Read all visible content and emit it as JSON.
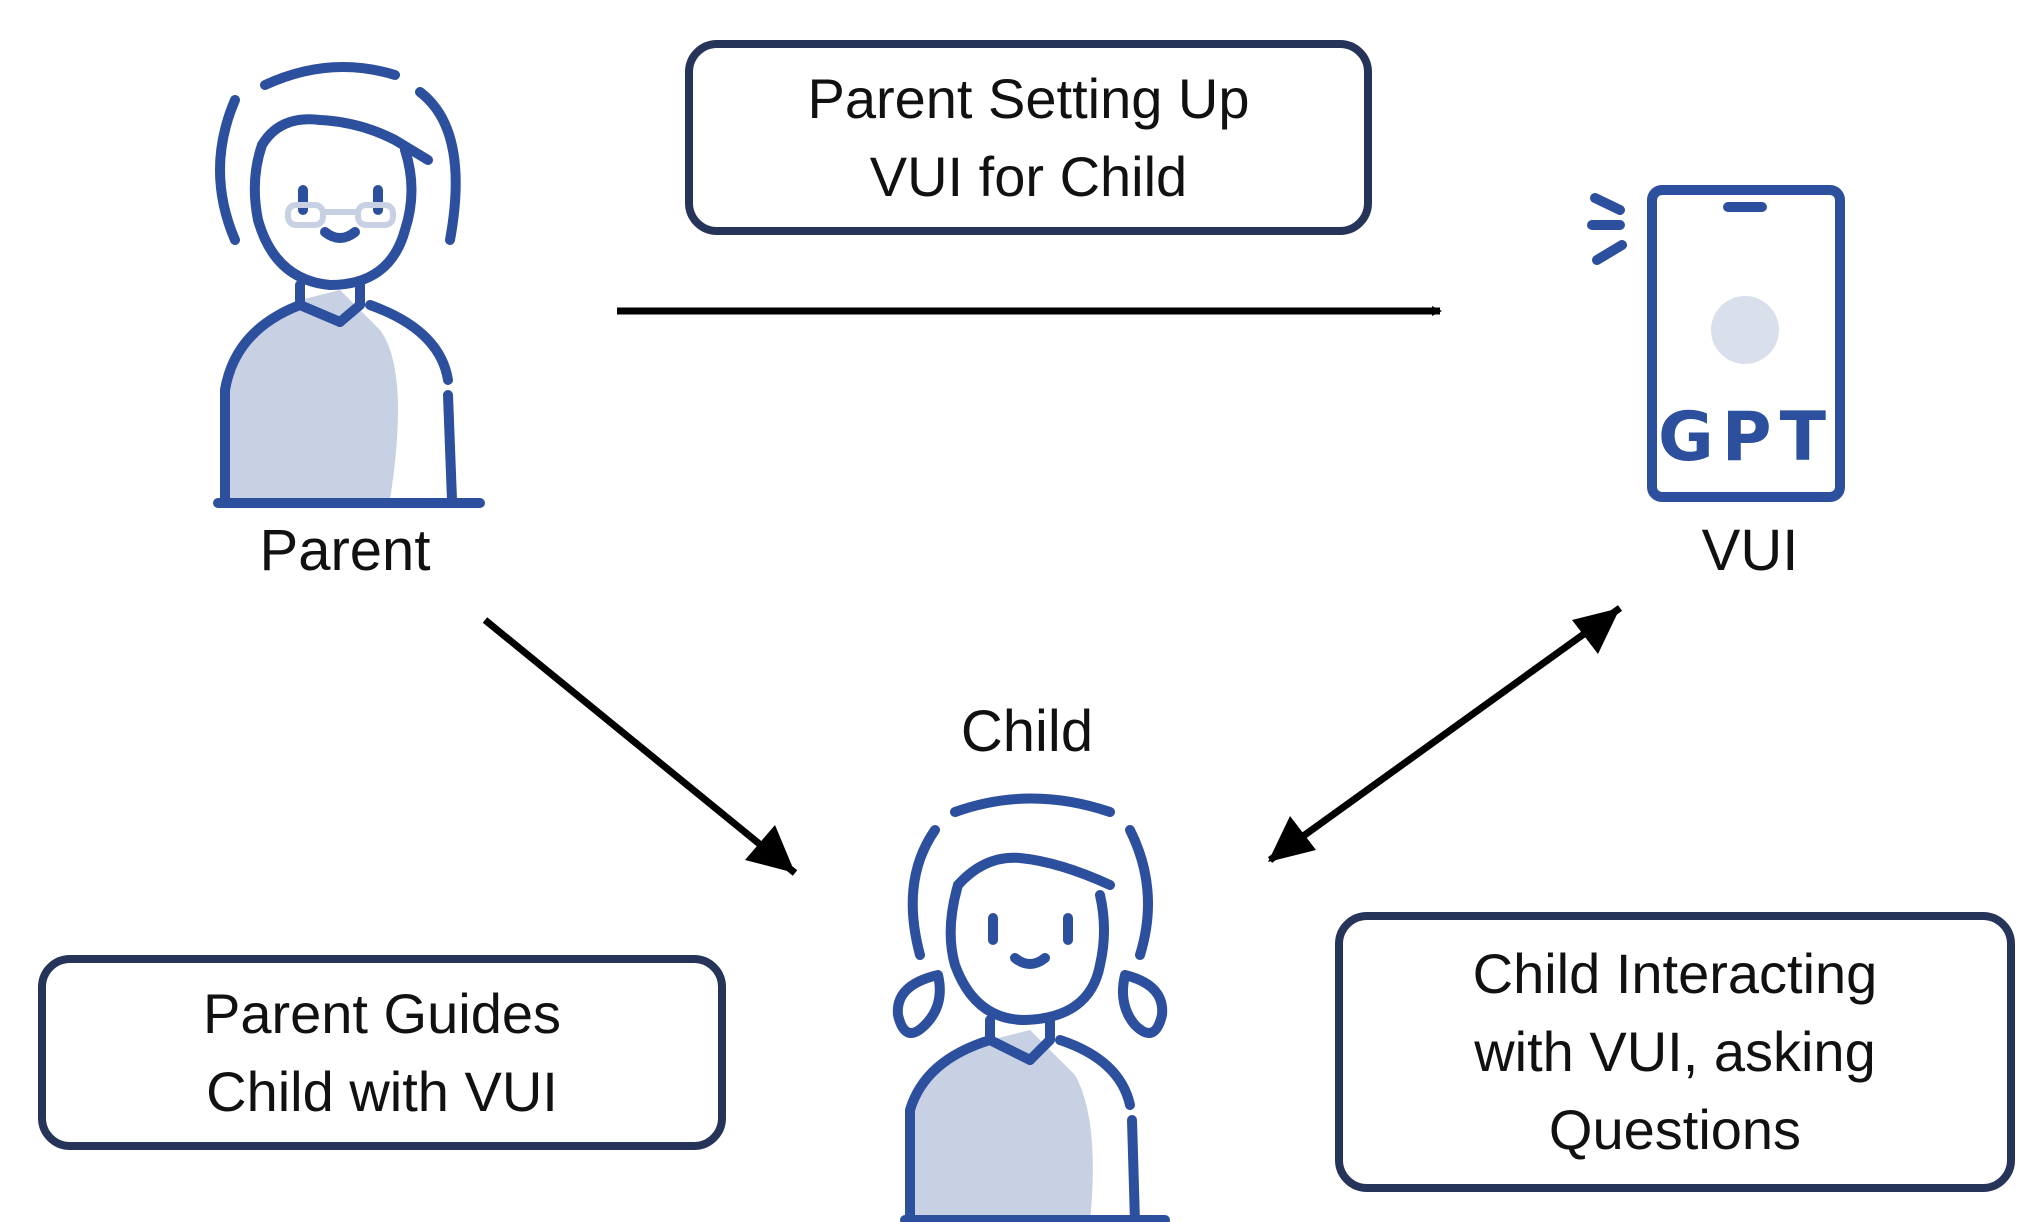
{
  "nodes": {
    "parent": {
      "label": "Parent"
    },
    "vui": {
      "label": "VUI",
      "screen_text": "GPT"
    },
    "child": {
      "label": "Child"
    }
  },
  "edges": {
    "parent_to_vui": {
      "label": "Parent Setting Up\nVUI for Child"
    },
    "parent_to_child": {
      "label": "Parent Guides\nChild with VUI"
    },
    "child_vui": {
      "label": "Child Interacting\nwith VUI, asking\nQuestions"
    }
  },
  "colors": {
    "figure_stroke": "#2c4f9e",
    "figure_fill": "#c8d0e3",
    "box_border": "#26345a",
    "arrow": "#000000",
    "text": "#111111"
  }
}
